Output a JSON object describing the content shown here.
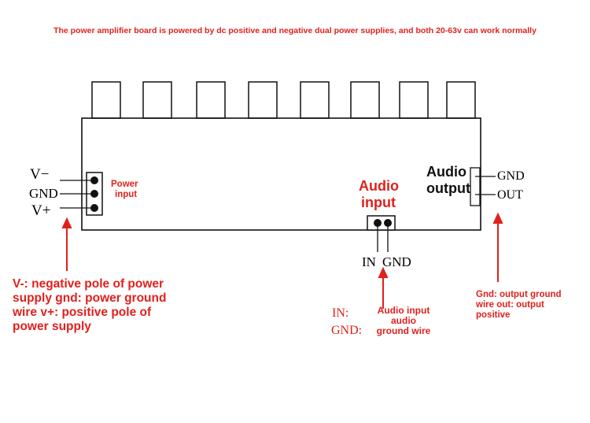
{
  "header_note": "The power amplifier board is powered by dc positive and negative dual power supplies, and both 20-63v can work normally",
  "power_pins": {
    "labels": [
      "V−",
      "GND",
      "V+"
    ],
    "connector_label": [
      "Power",
      "input"
    ]
  },
  "audio_input": {
    "connector_label": [
      "Audio",
      "input"
    ],
    "pin_labels": [
      "IN",
      "GND"
    ],
    "legend_keys": [
      "IN:",
      "GND:"
    ],
    "legend_text": [
      "Audio input",
      "audio",
      "ground wire"
    ]
  },
  "audio_output": {
    "connector_label": [
      "Audio",
      "output"
    ],
    "pin_labels": [
      "GND",
      "OUT"
    ],
    "legend_text": [
      "Gnd: output ground",
      "wire out: output",
      "positive"
    ]
  },
  "power_legend": [
    "V-: negative pole of power",
    "supply gnd: power ground",
    "wire v+: positive pole of",
    "power supply"
  ],
  "colors": {
    "annotation_red": "#e0201c",
    "line_black": "#111111"
  }
}
